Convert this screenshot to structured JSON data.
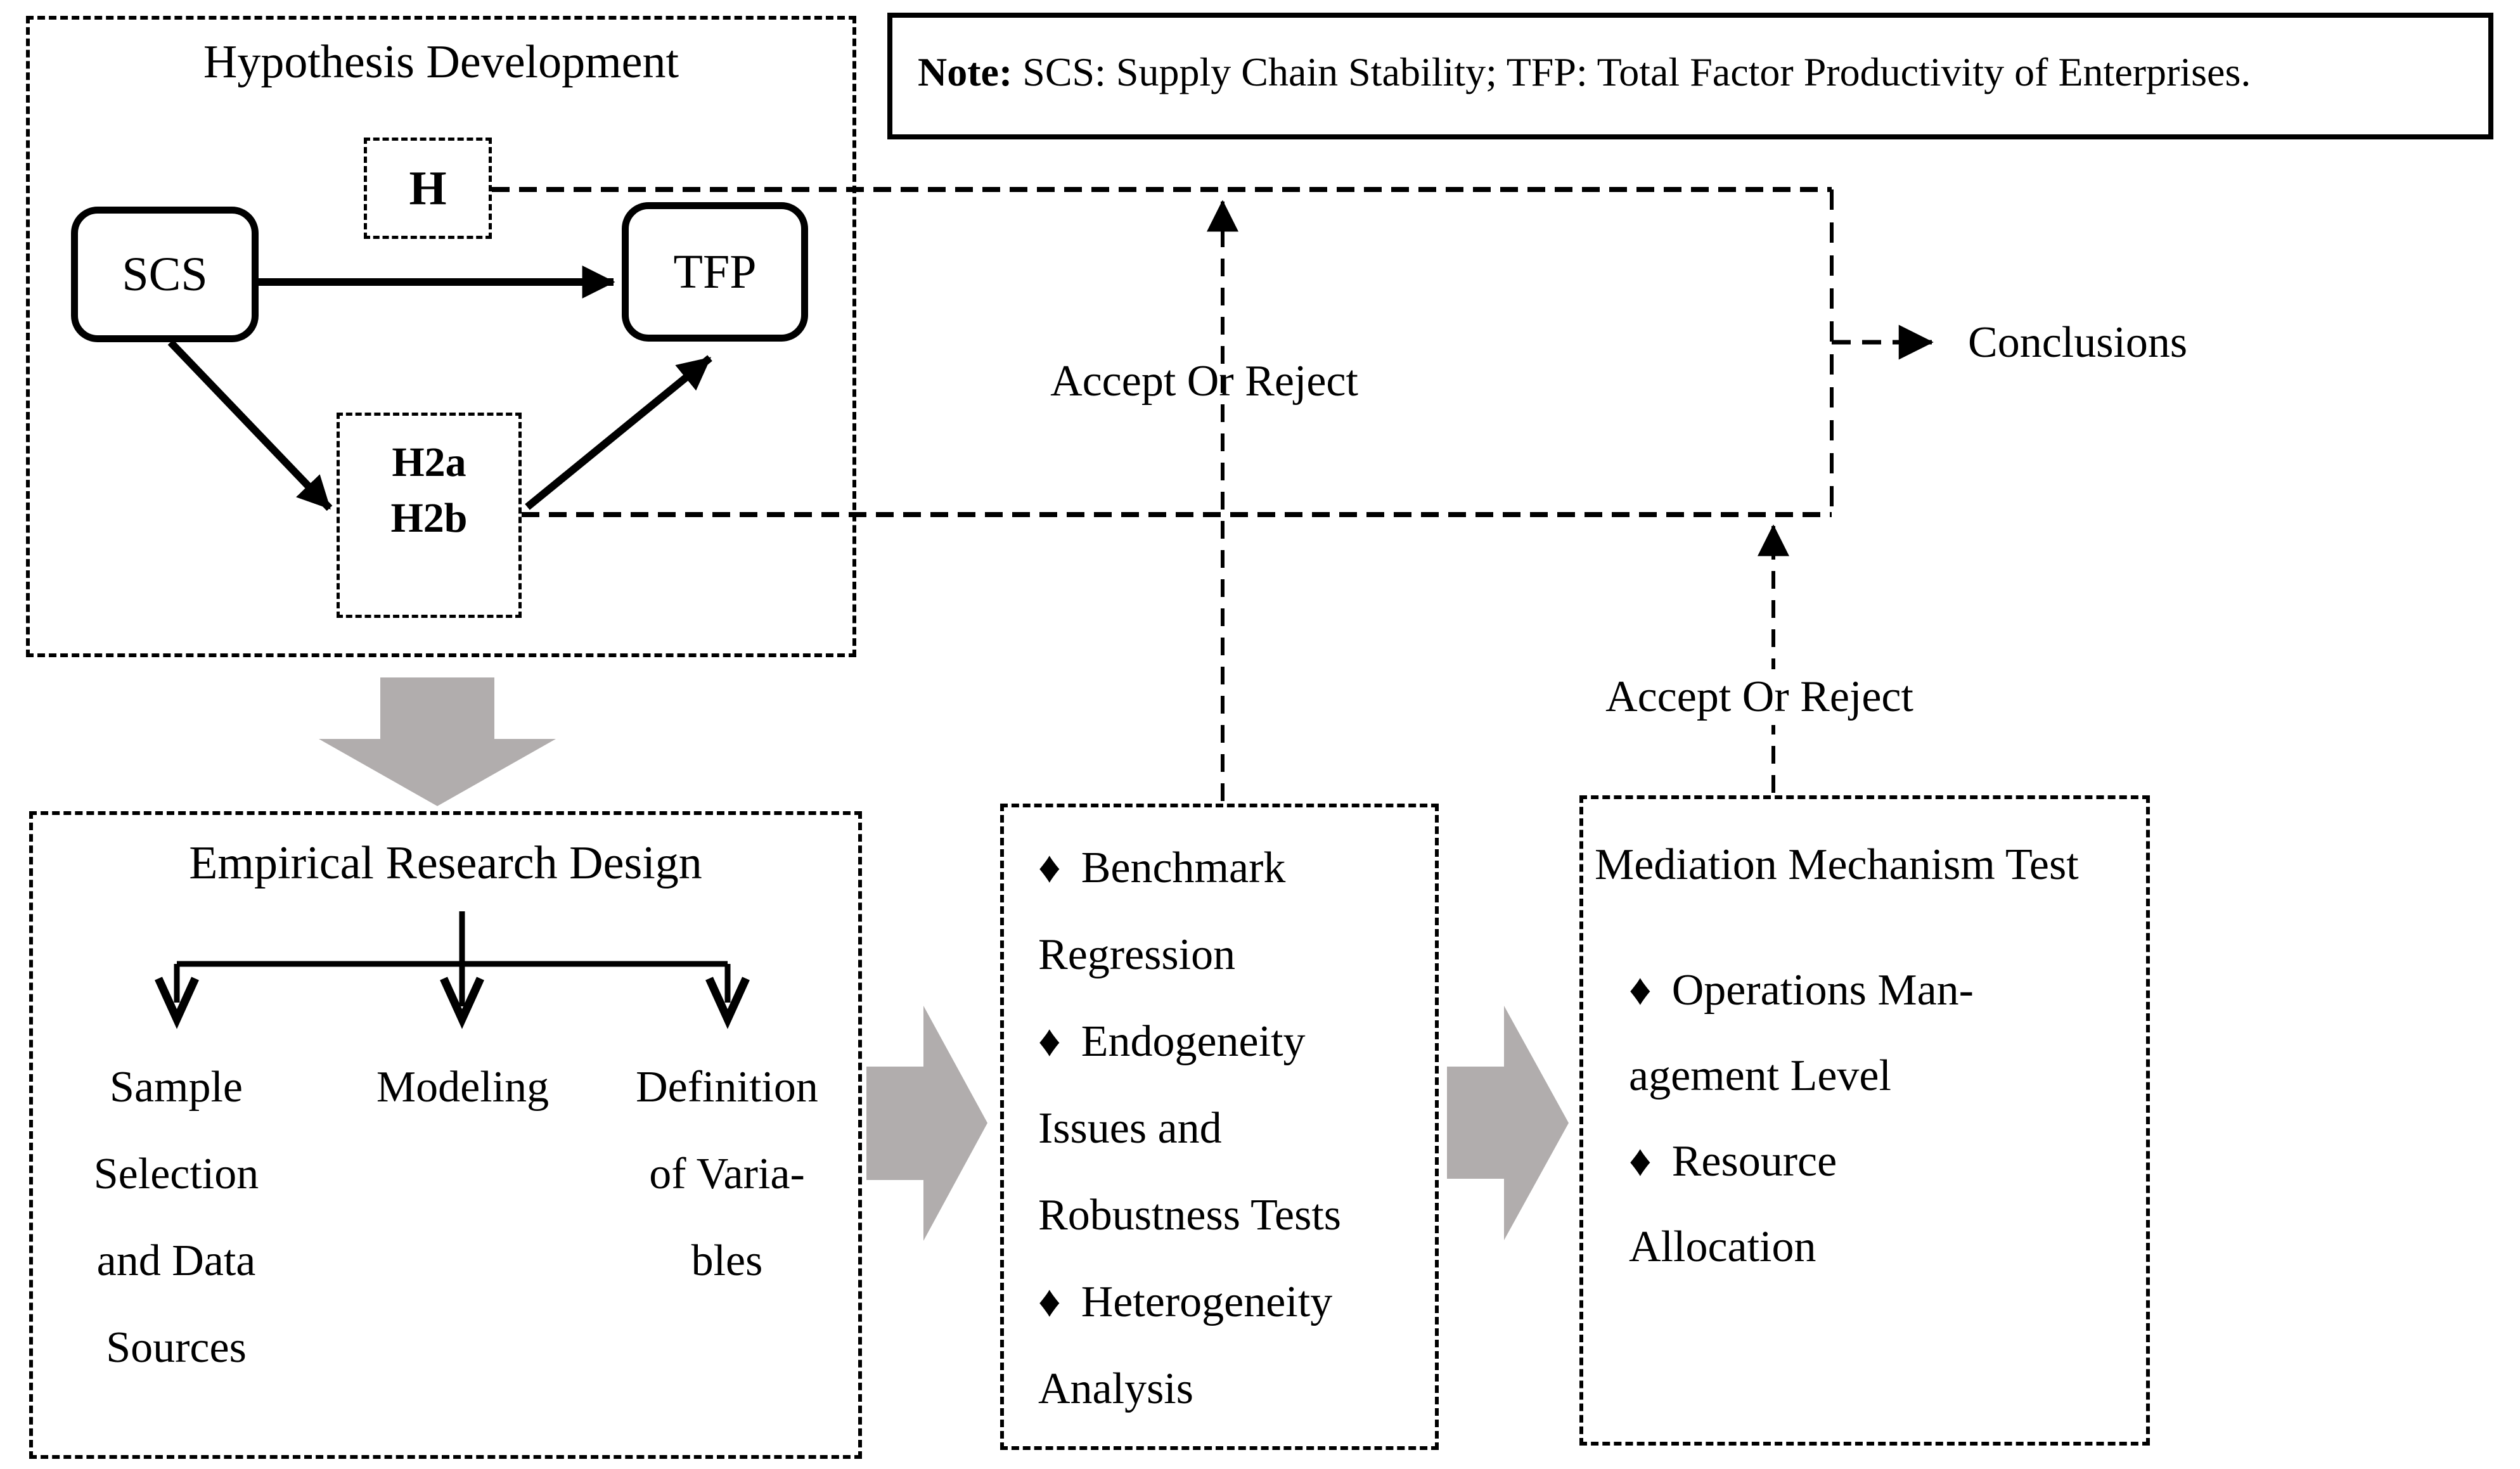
{
  "note": {
    "label": "Note:",
    "text": " SCS: Supply Chain Stability; TFP: Total Factor Productivity of Enterprises."
  },
  "hypothesis_panel": {
    "title": "Hypothesis Development",
    "nodes": {
      "scs": "SCS",
      "tfp": "TFP",
      "h": "H",
      "h2a": "H2a",
      "h2b": "H2b"
    }
  },
  "flow": {
    "accept_reject_left": "Accept Or Reject",
    "accept_reject_right": "Accept Or Reject",
    "conclusions": "Conclusions"
  },
  "empirical_panel": {
    "title": "Empirical Research Design",
    "column_1": [
      "Sample",
      "Selection",
      "and Data",
      "Sources"
    ],
    "column_2": [
      "Modeling"
    ],
    "column_3": [
      "Definition",
      "of Varia-",
      "bles"
    ]
  },
  "benchmark_panel": {
    "lines": [
      {
        "bullet": "♦",
        "text": "Benchmark"
      },
      {
        "bullet": "",
        "text": "Regression"
      },
      {
        "bullet": "♦",
        "text": "Endogeneity"
      },
      {
        "bullet": "",
        "text": "Issues and"
      },
      {
        "bullet": "",
        "text": "Robustness Tests"
      },
      {
        "bullet": "♦",
        "text": "Heterogeneity"
      },
      {
        "bullet": "",
        "text": "Analysis"
      }
    ]
  },
  "mediation_panel": {
    "title": "Mediation Mechanism Test",
    "lines": [
      {
        "bullet": "♦",
        "text": "Operations Man-"
      },
      {
        "bullet": "",
        "text": "agement Level"
      },
      {
        "bullet": "♦",
        "text": "Resource"
      },
      {
        "bullet": "",
        "text": "Allocation"
      }
    ]
  },
  "colors": {
    "ink": "#000000",
    "gray_arrow": "#b1adad",
    "background": "#ffffff"
  }
}
